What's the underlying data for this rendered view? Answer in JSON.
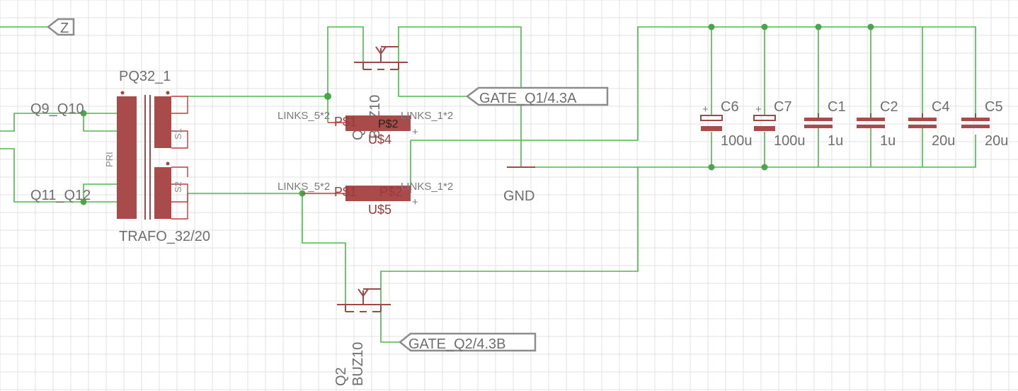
{
  "net_labels": {
    "z": "Z",
    "gate_q1": "GATE_Q1/4.3A",
    "gate_q2": "GATE_Q2/4.3B",
    "gnd": "GND",
    "q9_q10": "Q9_Q10",
    "q11_q12": "Q11_Q12"
  },
  "transformer": {
    "name": "PQ32_1",
    "value": "TRAFO_32/20",
    "pin_primary": "PRI",
    "pin_s1": "S1",
    "pin_s2": "S2"
  },
  "diodes": {
    "u4": {
      "name": "U$4",
      "pad_left": "P$1",
      "pad_right": "P$2",
      "net_left": "LINKS_5*2",
      "net_right": "LINKS_1*2",
      "plus": "+"
    },
    "u5": {
      "name": "U$5",
      "pad_left": "P$1",
      "pad_right": "P$2",
      "net_left": "LINKS_5*2",
      "net_right": "LINKS_1*2",
      "plus": "+"
    }
  },
  "mosfets": {
    "q1": {
      "name": "Q1",
      "value": "BUZ10"
    },
    "q2": {
      "name": "Q2",
      "value": "BUZ10"
    }
  },
  "capacitors": [
    {
      "name": "C6",
      "value": "100u",
      "polarized": true
    },
    {
      "name": "C7",
      "value": "100u",
      "polarized": true
    },
    {
      "name": "C1",
      "value": "1u",
      "polarized": false
    },
    {
      "name": "C2",
      "value": "1u",
      "polarized": false
    },
    {
      "name": "C4",
      "value": "20u",
      "polarized": false
    },
    {
      "name": "C5",
      "value": "20u",
      "polarized": false
    }
  ],
  "colors": {
    "wire": "#4db84d",
    "symbol": "#a04848",
    "junction": "#4aa64a",
    "grid": "#e2e2e2",
    "label": "#6e6e6e"
  }
}
